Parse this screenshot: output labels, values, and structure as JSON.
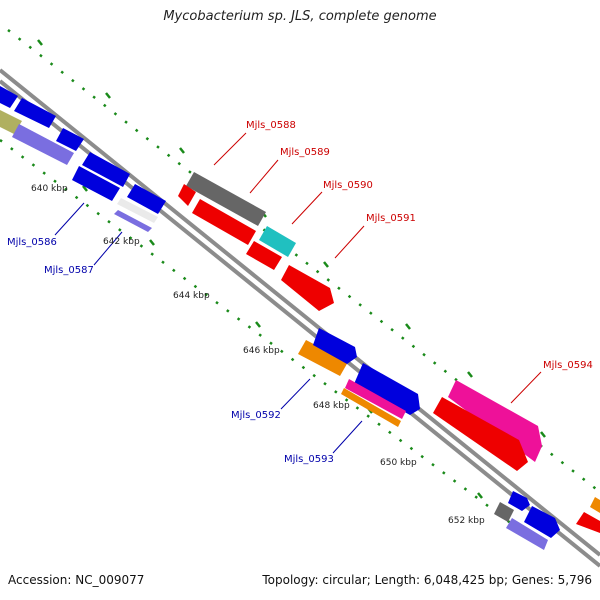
{
  "title": "Mycobacterium sp. JLS, complete genome",
  "footer": {
    "accession": "Accession: NC_009077",
    "summary": "Topology: circular; Length: 6,048,425 bp; Genes: 5,796"
  },
  "colors": {
    "backbone": "#8c8c8c",
    "tick": "#1a8a1a",
    "forward_label": "#cc0000",
    "reverse_label": "#0000aa"
  },
  "ticks": [
    {
      "label": "640 kbp"
    },
    {
      "label": "642 kbp"
    },
    {
      "label": "644 kbp"
    },
    {
      "label": "646 kbp"
    },
    {
      "label": "648 kbp"
    },
    {
      "label": "650 kbp"
    },
    {
      "label": "652 kbp"
    }
  ],
  "gene_labels": [
    {
      "name": "Mjls_0586",
      "strand": "reverse"
    },
    {
      "name": "Mjls_0587",
      "strand": "reverse"
    },
    {
      "name": "Mjls_0588",
      "strand": "forward"
    },
    {
      "name": "Mjls_0589",
      "strand": "forward"
    },
    {
      "name": "Mjls_0590",
      "strand": "forward"
    },
    {
      "name": "Mjls_0591",
      "strand": "forward"
    },
    {
      "name": "Mjls_0592",
      "strand": "reverse"
    },
    {
      "name": "Mjls_0593",
      "strand": "reverse"
    },
    {
      "name": "Mjls_0594",
      "strand": "forward"
    }
  ],
  "features": [
    {
      "name": "feature-1",
      "color": "#b0b060"
    },
    {
      "name": "feature-2",
      "color": "#0000dd"
    },
    {
      "name": "feature-3",
      "color": "#7a6ee0"
    },
    {
      "name": "feature-4",
      "color": "#0000dd"
    },
    {
      "name": "feature-5",
      "color": "#0000dd"
    },
    {
      "name": "feature-6",
      "color": "#0000dd"
    },
    {
      "name": "feature-7",
      "color": "#0000dd"
    },
    {
      "name": "feature-8",
      "color": "#0000dd"
    },
    {
      "name": "feature-9",
      "color": "#7a6ee0"
    },
    {
      "name": "feature-10",
      "color": "#eaeaea"
    },
    {
      "name": "feature-11",
      "color": "#666666"
    },
    {
      "name": "feature-12",
      "color": "#ee0000"
    },
    {
      "name": "feature-13",
      "color": "#ee0000"
    },
    {
      "name": "feature-14",
      "color": "#20c0c0"
    },
    {
      "name": "feature-15",
      "color": "#ee0000"
    },
    {
      "name": "feature-16",
      "color": "#ee0000"
    },
    {
      "name": "feature-17",
      "color": "#ee8800"
    },
    {
      "name": "feature-18",
      "color": "#0000dd"
    },
    {
      "name": "feature-19",
      "color": "#ee8800"
    },
    {
      "name": "feature-20",
      "color": "#ee1199"
    },
    {
      "name": "feature-21",
      "color": "#0000dd"
    },
    {
      "name": "feature-22",
      "color": "#ee1199"
    },
    {
      "name": "feature-23",
      "color": "#ee0000"
    },
    {
      "name": "feature-24",
      "color": "#666666"
    },
    {
      "name": "feature-25",
      "color": "#0000dd"
    },
    {
      "name": "feature-26",
      "color": "#0000dd"
    },
    {
      "name": "feature-27",
      "color": "#7a6ee0"
    },
    {
      "name": "feature-28",
      "color": "#ee8800"
    },
    {
      "name": "feature-29",
      "color": "#ee0000"
    }
  ]
}
